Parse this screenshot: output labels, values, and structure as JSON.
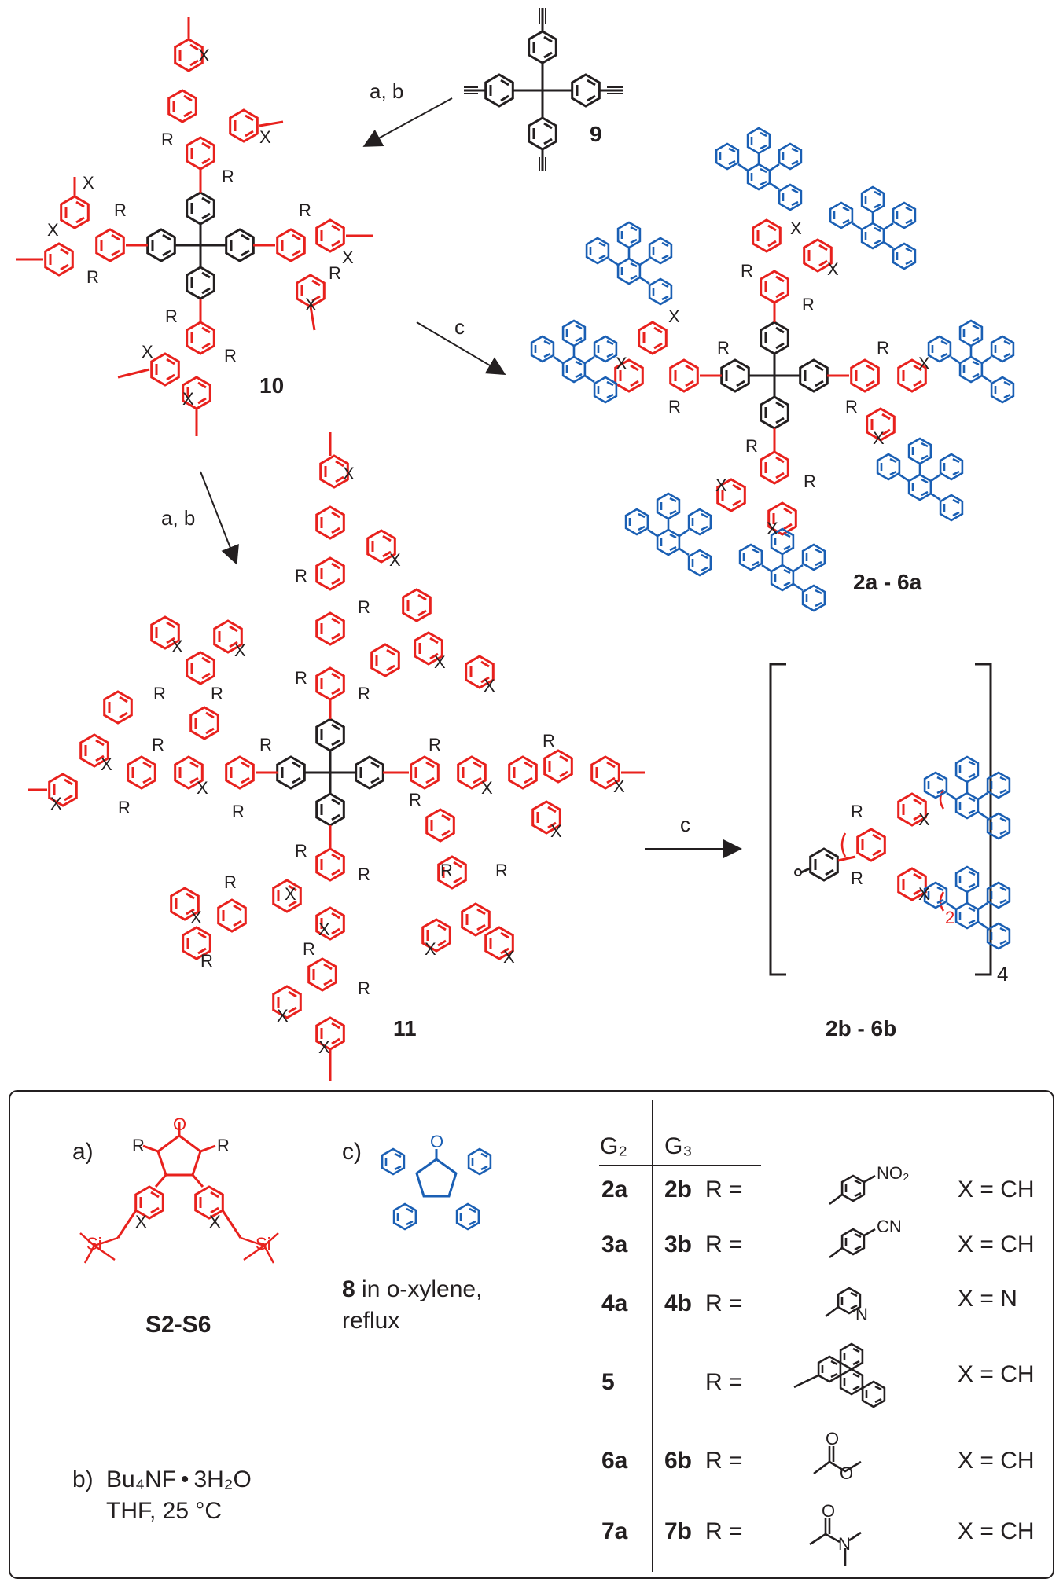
{
  "colors": {
    "red": "#e8211d",
    "blue": "#1a5fb4",
    "black": "#231f20"
  },
  "steps": {
    "ab_top": "a, b",
    "c_top": "c",
    "ab_mid": "a, b",
    "c_mid": "c"
  },
  "compounds": {
    "c9": "9",
    "c10": "10",
    "c11": "11",
    "c2a6a": "2a - 6a",
    "c2b6b": "2b - 6b",
    "repeat_sub": "4",
    "gen_sub": "2"
  },
  "atoms": {
    "R": "R",
    "X": "X",
    "O": "O",
    "Si": "Si"
  },
  "legend": {
    "a_label": "a)",
    "a_compound": "S2-S6",
    "b_label": "b)",
    "b_line1": "Bu₄NF • 3H₂O",
    "b_line2": "THF, 25 °C",
    "c_label": "c)",
    "c_line1_bold": "8",
    "c_line1_rest": " in o-xylene,",
    "c_line2": "reflux"
  },
  "table": {
    "head_g2": "G₂",
    "head_g3": "G₃",
    "rows": [
      {
        "g2": "2a",
        "g3": "2b",
        "r": "R =",
        "sub": "NO₂",
        "x": "X = CH"
      },
      {
        "g2": "3a",
        "g3": "3b",
        "r": "R =",
        "sub": "CN",
        "x": "X = CH"
      },
      {
        "g2": "4a",
        "g3": "4b",
        "r": "R =",
        "sub": "N",
        "x": "X = N"
      },
      {
        "g2": "5",
        "g3": "",
        "r": "R =",
        "sub": "",
        "x": "X = CH"
      },
      {
        "g2": "6a",
        "g3": "6b",
        "r": "R =",
        "sub": "",
        "x": "X = CH"
      },
      {
        "g2": "7a",
        "g3": "7b",
        "r": "R =",
        "sub": "",
        "x": "X = CH"
      }
    ]
  }
}
